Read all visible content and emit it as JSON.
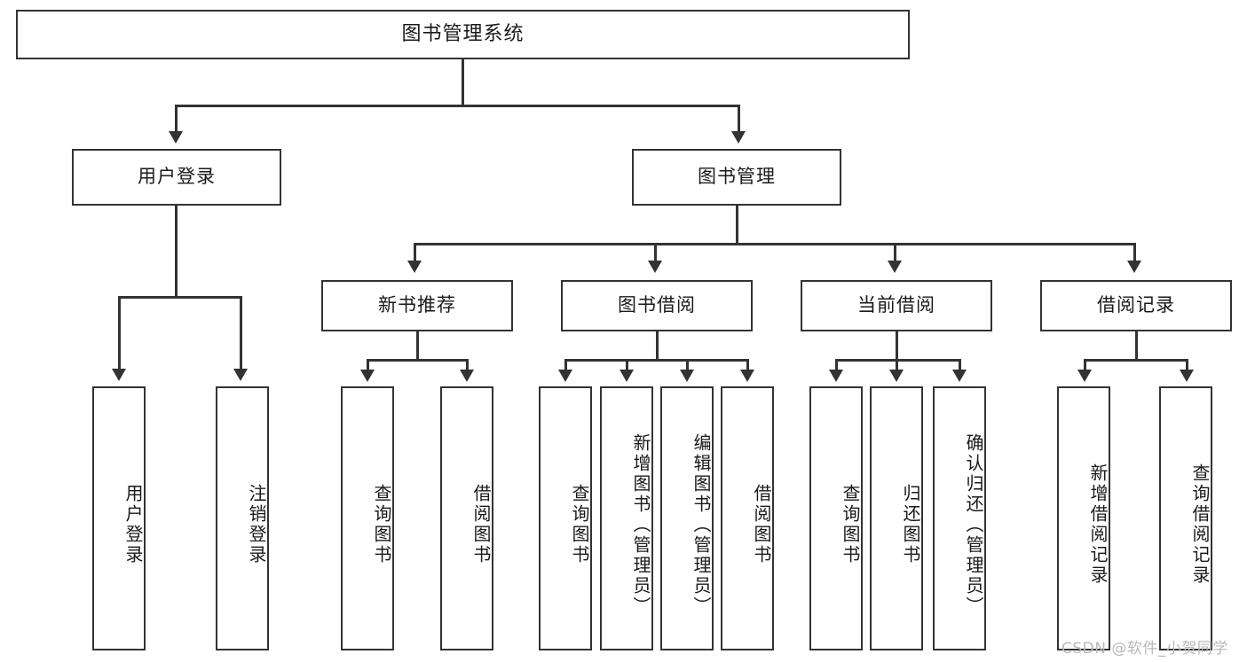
{
  "diagram": {
    "type": "tree",
    "title": "图书管理系统",
    "watermark": "CSDN @软件_小贺同学",
    "colors": {
      "box_border": "#333333",
      "box_fill": "#ffffff",
      "connector": "#333333",
      "text": "#1a1a1a",
      "watermark": "#b9b9b9",
      "background": "#ffffff"
    },
    "levels": {
      "root": {
        "label": "图书管理系统"
      },
      "level2": [
        {
          "label": "用户登录"
        },
        {
          "label": "图书管理"
        }
      ],
      "level3": [
        {
          "label": "新书推荐"
        },
        {
          "label": "图书借阅"
        },
        {
          "label": "当前借阅"
        },
        {
          "label": "借阅记录"
        }
      ],
      "leaves": {
        "user_login": [
          {
            "label": "用户登录"
          },
          {
            "label": "注销登录"
          }
        ],
        "new_book": [
          {
            "label": "查询图书"
          },
          {
            "label": "借阅图书"
          }
        ],
        "book_borrow": [
          {
            "label": "查询图书"
          },
          {
            "label": "新增图书（管理员）"
          },
          {
            "label": "编辑图书（管理员）"
          },
          {
            "label": "借阅图书"
          }
        ],
        "current_borrow": [
          {
            "label": "查询图书"
          },
          {
            "label": "归还图书"
          },
          {
            "label": "确认归还（管理员）"
          }
        ],
        "borrow_record": [
          {
            "label": "新增借阅记录"
          },
          {
            "label": "查询借阅记录"
          }
        ]
      }
    }
  }
}
